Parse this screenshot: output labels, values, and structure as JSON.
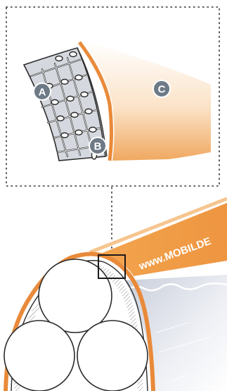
{
  "detail": {
    "labels": {
      "a": "A",
      "b": "B",
      "c": "C"
    }
  },
  "product": {
    "url_text": "www.MOBILDE"
  },
  "colors": {
    "orange": "#e98a3a",
    "orange_light": "#f6c58f",
    "label_circle": "#6e7a86",
    "outline": "#2b2b2b",
    "dotted_line": "#333333",
    "liquid": "#d9dde6"
  }
}
